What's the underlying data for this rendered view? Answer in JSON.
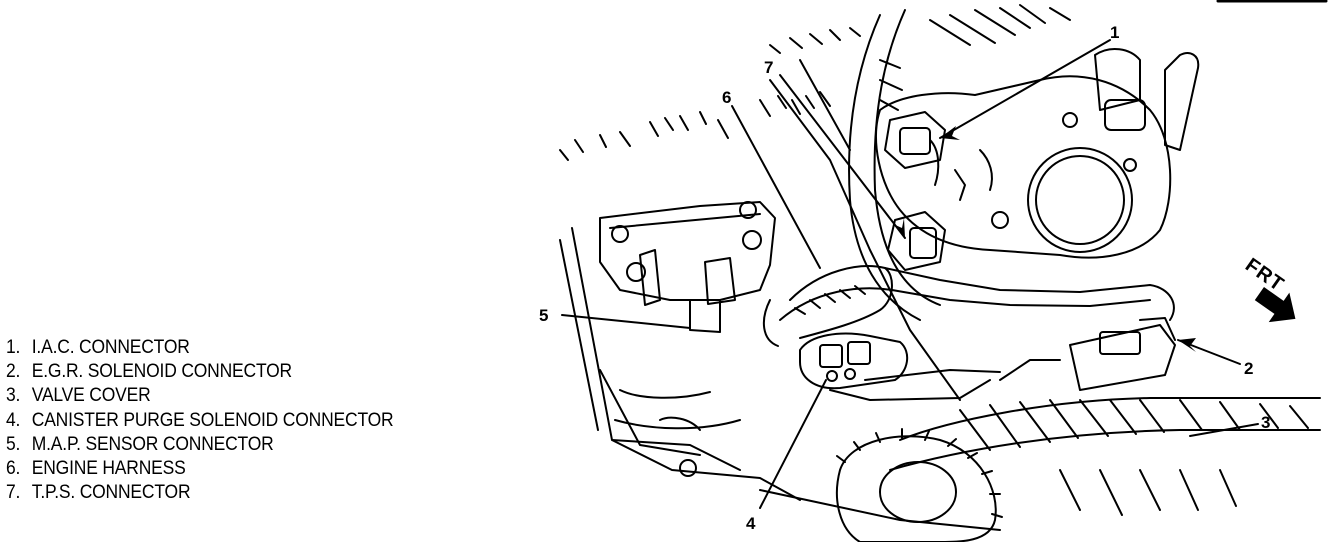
{
  "legend": [
    {
      "num": "1.",
      "text": "I.A.C. CONNECTOR"
    },
    {
      "num": "2.",
      "text": "E.G.R. SOLENOID CONNECTOR"
    },
    {
      "num": "3.",
      "text": "VALVE COVER"
    },
    {
      "num": "4.",
      "text": "CANISTER PURGE SOLENOID CONNECTOR"
    },
    {
      "num": "5.",
      "text": "M.A.P. SENSOR CONNECTOR"
    },
    {
      "num": "6.",
      "text": "ENGINE HARNESS"
    },
    {
      "num": "7.",
      "text": "T.P.S. CONNECTOR"
    }
  ],
  "callouts": [
    "1",
    "2",
    "3",
    "4",
    "5",
    "6",
    "7"
  ],
  "direction_label": "FRT",
  "colors": {
    "ink": "#000000",
    "paper": "#ffffff"
  }
}
